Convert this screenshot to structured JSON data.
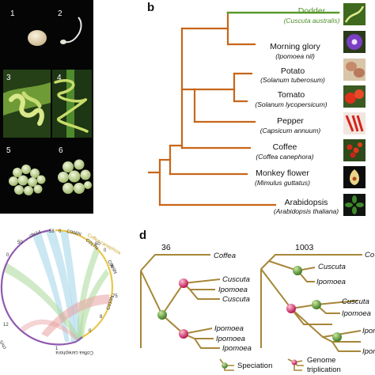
{
  "panels": {
    "a_numbers": [
      "1",
      "2",
      "3",
      "4",
      "5",
      "6"
    ],
    "b_letter": "b",
    "d_letter": "d"
  },
  "tree_b": {
    "species": [
      {
        "common": "Dodder",
        "latin": "(Cuscuta australis)",
        "highlight": true
      },
      {
        "common": "Morning glory",
        "latin": "(Ipomoea nil)"
      },
      {
        "common": "Potato",
        "latin": "(Solanum tuberosum)"
      },
      {
        "common": "Tomato",
        "latin": "(Solanum lycopersicum)"
      },
      {
        "common": "Pepper",
        "latin": "(Capsicum annuum)"
      },
      {
        "common": "Coffee",
        "latin": "(Coffea canephora)"
      },
      {
        "common": "Monkey flower",
        "latin": "(Mimulus guttatus)"
      },
      {
        "common": "Arabidopsis",
        "latin": "(Arabidopsis thaliana)"
      }
    ],
    "colors": {
      "branch": "#c8661a",
      "dodder": "#5a9a2c",
      "dodder_text": "#4f8f2a"
    }
  },
  "tree_d": {
    "left": {
      "count": "36",
      "tips": [
        "Coffea",
        "Cuscuta",
        "Ipomoea",
        "Cuscuta",
        "Ipomoea",
        "Ipomoea",
        "Ipomoea"
      ]
    },
    "right": {
      "count": "1003",
      "tips": [
        "Co",
        "Cuscuta",
        "Ipomoea",
        "Cuscuta",
        "Ipomoea",
        "Ipomoea",
        "Ipomoea"
      ]
    },
    "colors": {
      "branch": "#a68738",
      "speciation": "#6aa83a",
      "triplication": "#d6336c"
    }
  },
  "legend": {
    "speciation": "Speciation",
    "triplication_line1": "Genome",
    "triplication_line2": "triplication"
  },
  "circos": {
    "labels": [
      "chr14",
      "C006N",
      "C017N",
      "C009N",
      "Coffea canephora",
      "chr5",
      "Coffea canephora",
      "C010N"
    ],
    "ticks": [
      "58",
      "50",
      "0",
      "0",
      "0",
      "8",
      "75",
      "8",
      "0",
      "1",
      "12",
      "60"
    ],
    "colors": {
      "purple_arc": "#8f5ab0",
      "yellow_arc": "#e8c64a",
      "blue_link": "#9fd4e8",
      "green_link": "#a9d89a",
      "red_link": "#e9a0a0"
    }
  }
}
